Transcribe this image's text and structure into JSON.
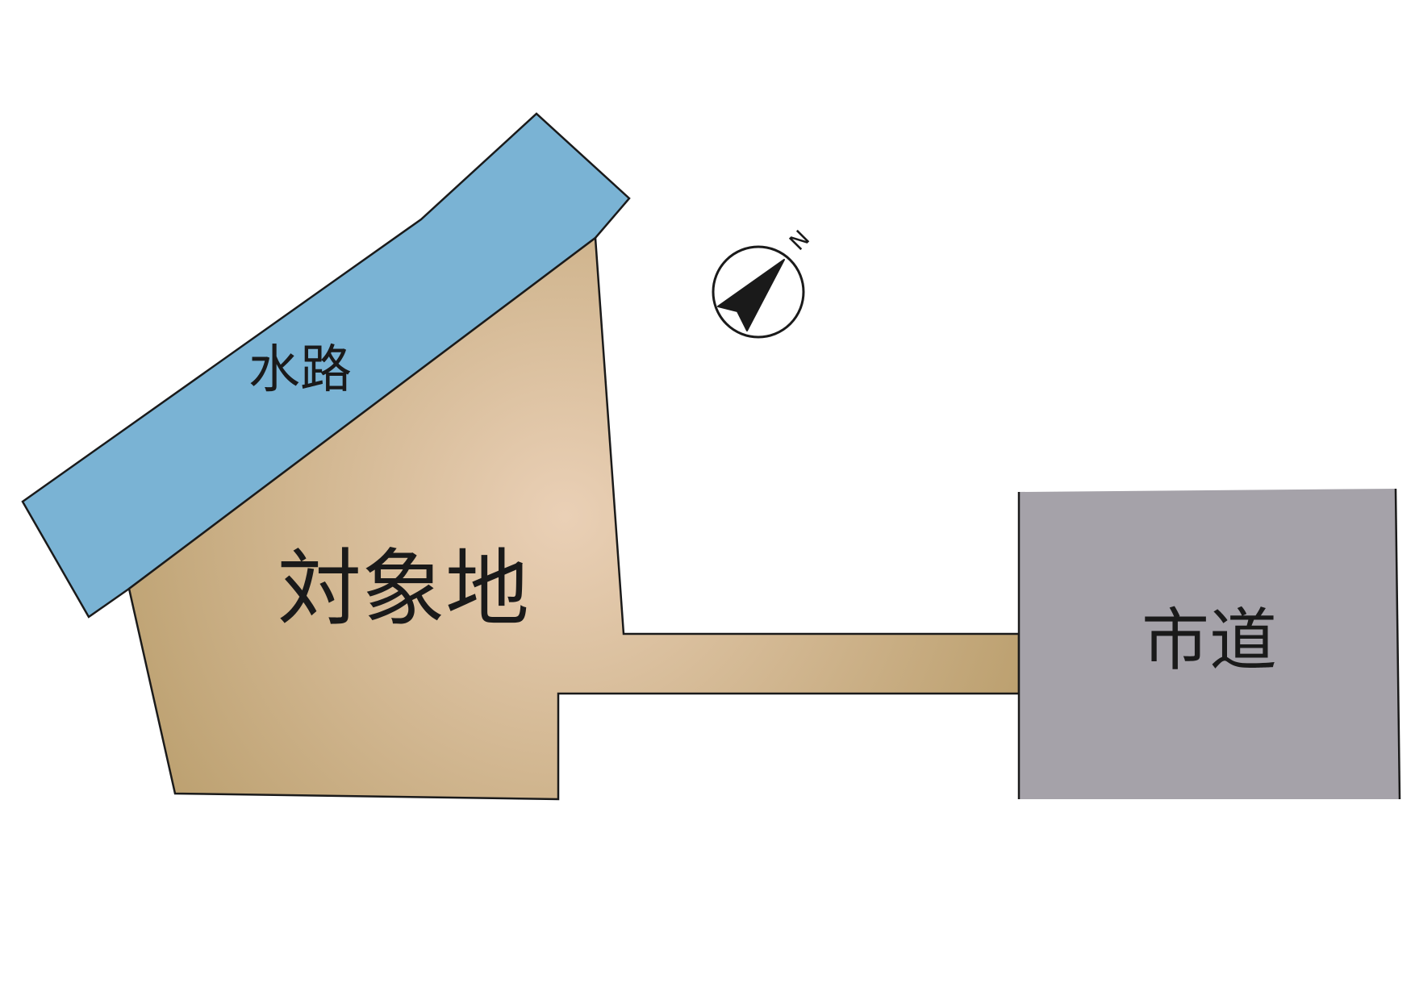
{
  "labels": {
    "waterway": "水路",
    "subject_land": "対象地",
    "city_road": "市道",
    "north": "N"
  },
  "colors": {
    "waterway_fill": "#7ab3d4",
    "land_fill_center": "#ead0b6",
    "land_fill_edge": "#b39762",
    "road_fill": "#a5a2a9",
    "outline": "#1a1a1a",
    "compass_arrow": "#1a1a1a",
    "background": "#ffffff"
  },
  "icons": {
    "compass": "north-arrow-compass-icon"
  }
}
